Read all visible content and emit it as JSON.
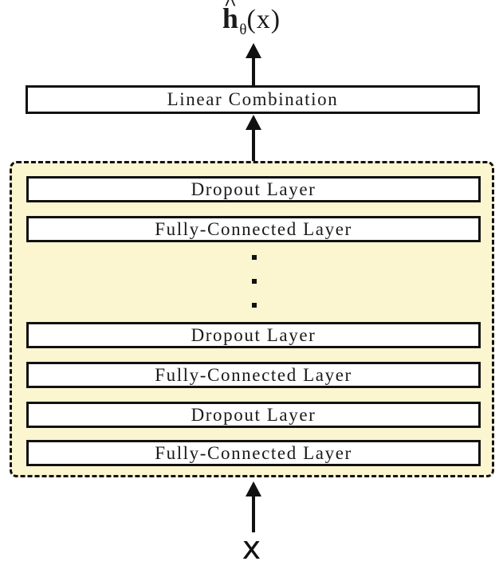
{
  "figure": {
    "type": "neural-network-architecture-diagram",
    "output_formula": {
      "base": "h",
      "accent": "^",
      "subscript": "θ",
      "argument": "(x)",
      "full_text": "ĥθ(x)"
    },
    "input_label": "x",
    "output_box": {
      "label": "Linear Combination"
    },
    "hidden_stack": {
      "fill_color": "#fbf5d0",
      "border_style": "dashed",
      "border_color": "#111111",
      "layers": [
        {
          "label": "Dropout Layer"
        },
        {
          "label": "Fully-Connected Layer"
        },
        {
          "label": "Dropout Layer"
        },
        {
          "label": "Fully-Connected Layer"
        },
        {
          "label": "Dropout Layer"
        },
        {
          "label": "Fully-Connected Layer"
        }
      ],
      "ellipsis": "⋮"
    },
    "arrows": [
      {
        "name": "input-to-hidden",
        "direction": "up"
      },
      {
        "name": "hidden-to-linear",
        "direction": "up"
      },
      {
        "name": "linear-to-output",
        "direction": "up"
      }
    ],
    "colors": {
      "stroke": "#111111",
      "box_fill": "#ffffff",
      "group_fill": "#fbf5d0",
      "page_background": "#ffffff"
    }
  }
}
